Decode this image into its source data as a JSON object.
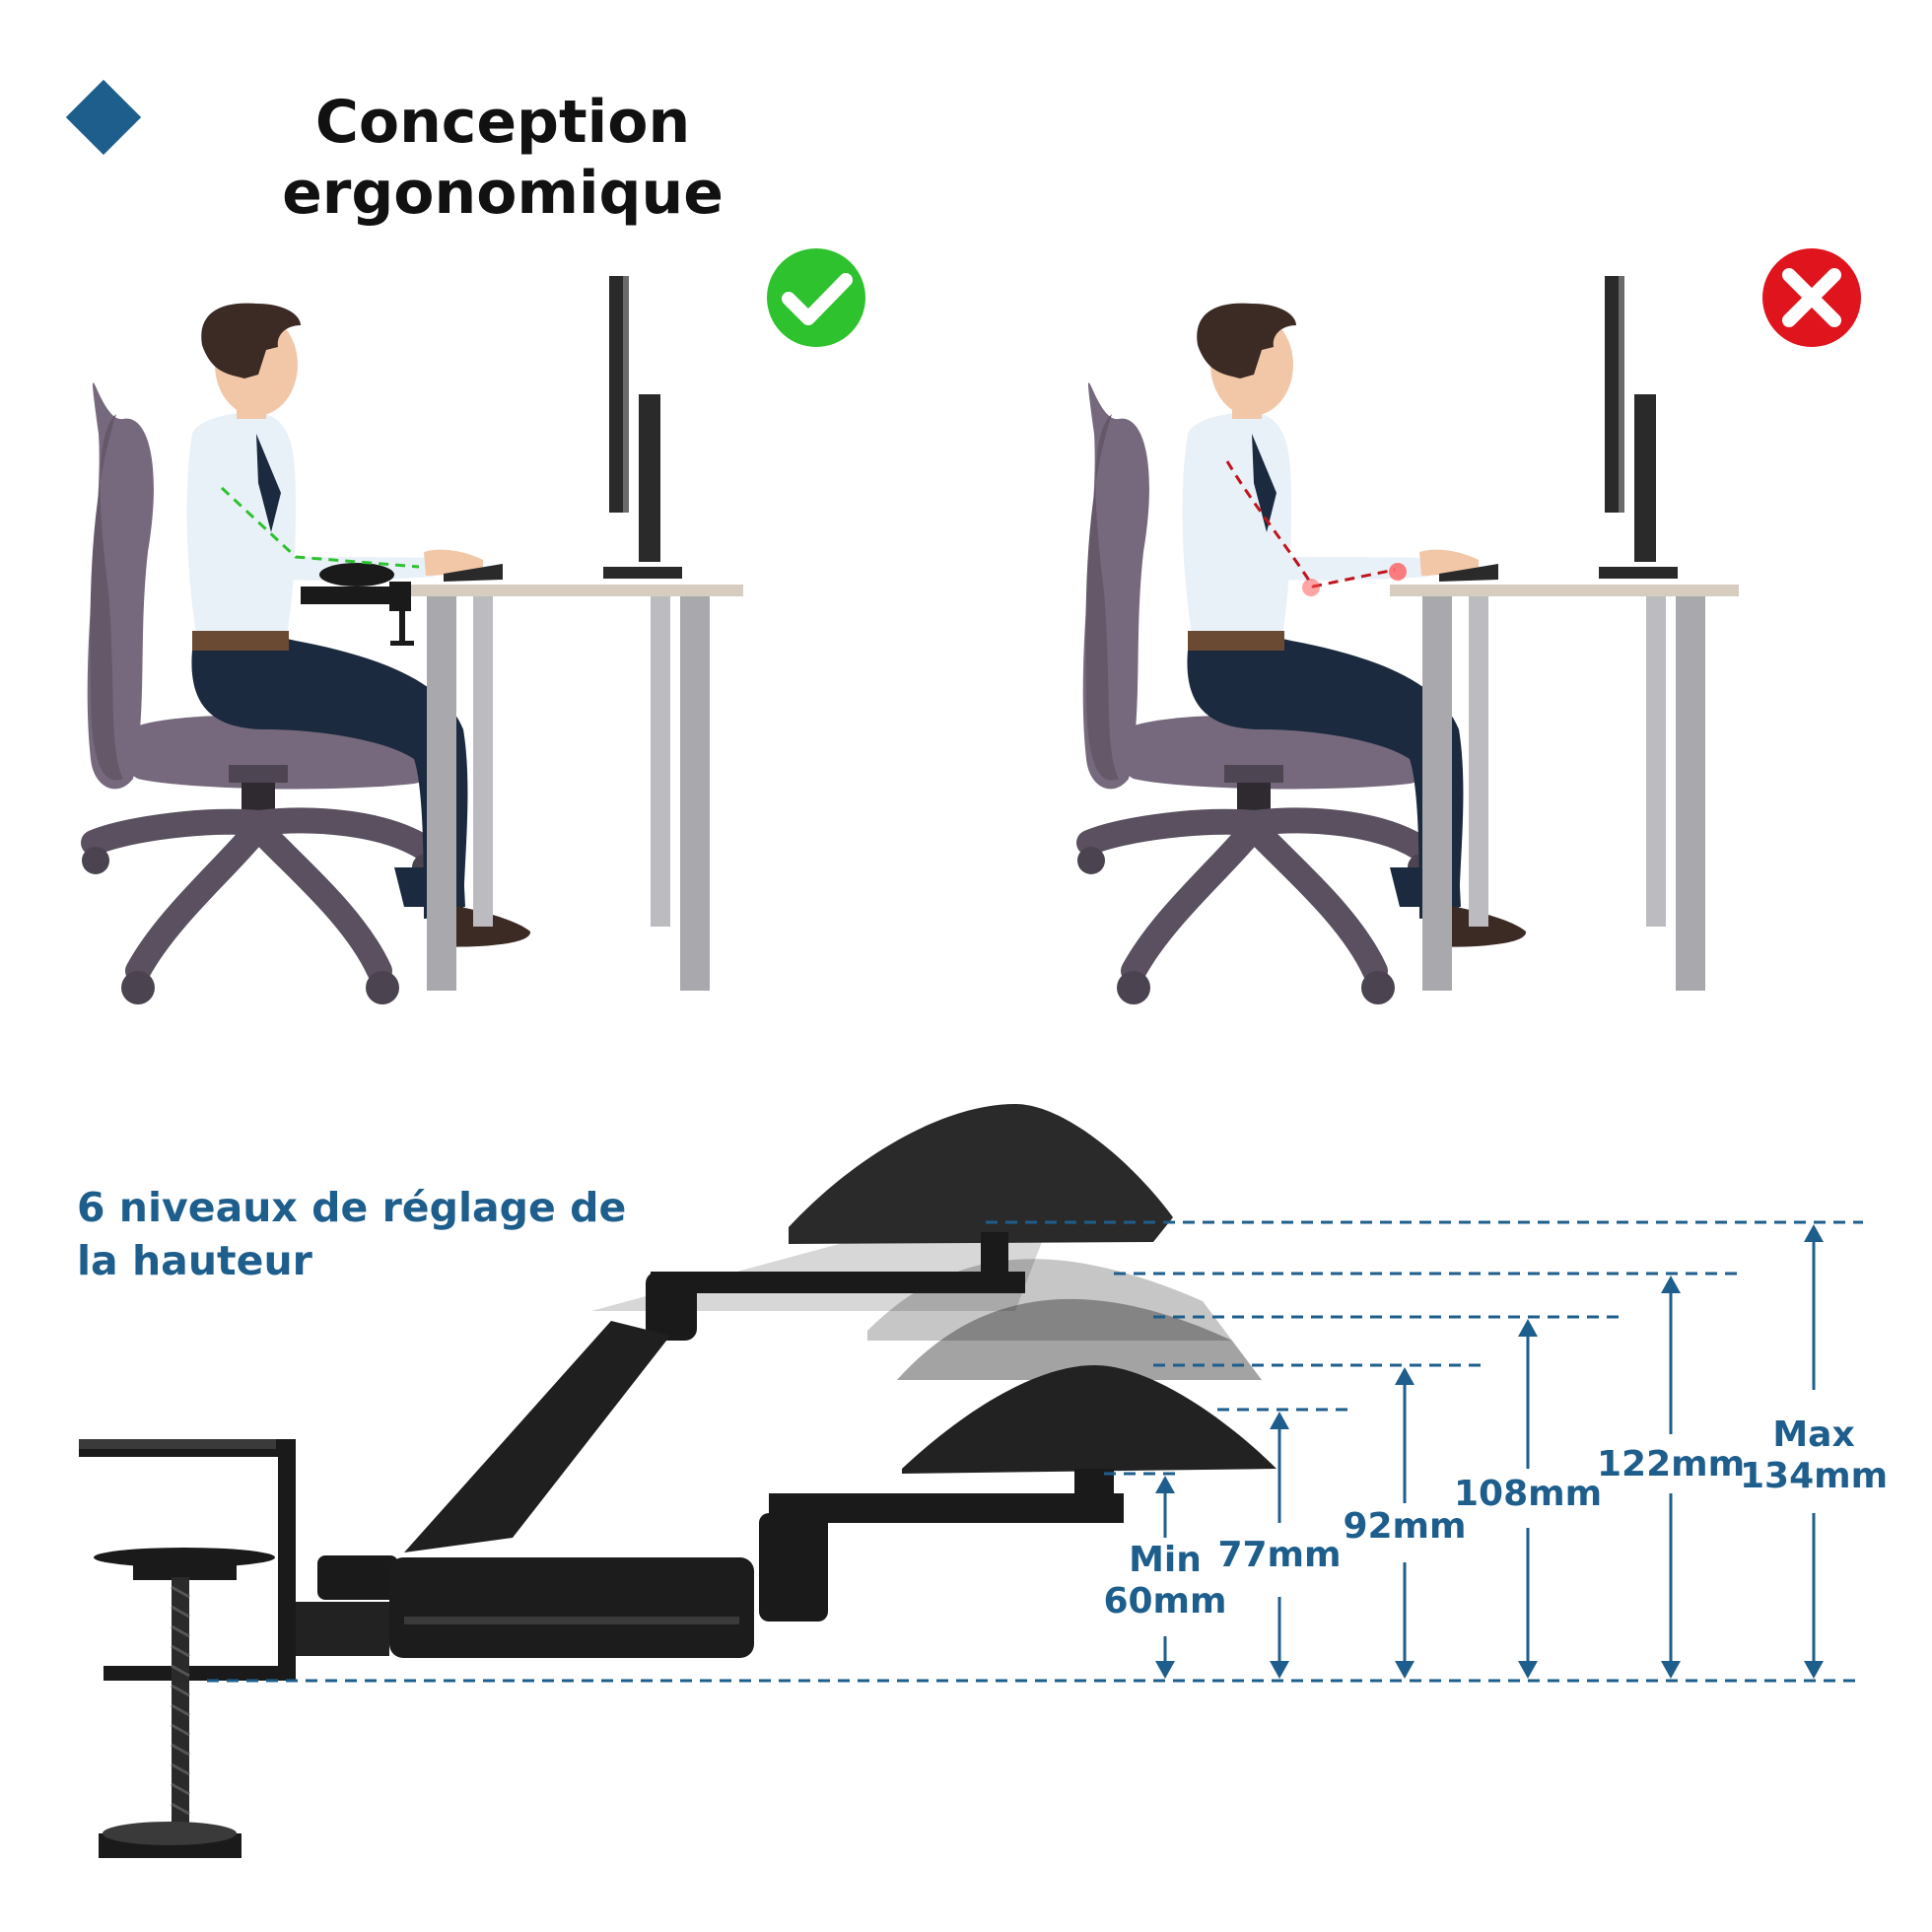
{
  "header": {
    "title_line1": "Conception",
    "title_line2": "ergonomique"
  },
  "panels": {
    "correct": {
      "status": "correct",
      "badge_color": "#2ec22e",
      "posture_line_color": "#2ec22e"
    },
    "incorrect": {
      "status": "incorrect",
      "badge_color": "#e0141c",
      "posture_line_color": "#c0141c"
    }
  },
  "adjustment": {
    "title_line1": "6 niveaux de réglage de",
    "title_line2": "la hauteur",
    "accent_color": "#1e5e8c",
    "levels": [
      {
        "label_top": "Min",
        "label_bottom": "60mm"
      },
      {
        "label_top": "",
        "label_bottom": "77mm"
      },
      {
        "label_top": "",
        "label_bottom": "92mm"
      },
      {
        "label_top": "",
        "label_bottom": "108mm"
      },
      {
        "label_top": "",
        "label_bottom": "122mm"
      },
      {
        "label_top": "Max",
        "label_bottom": "134mm"
      }
    ]
  }
}
